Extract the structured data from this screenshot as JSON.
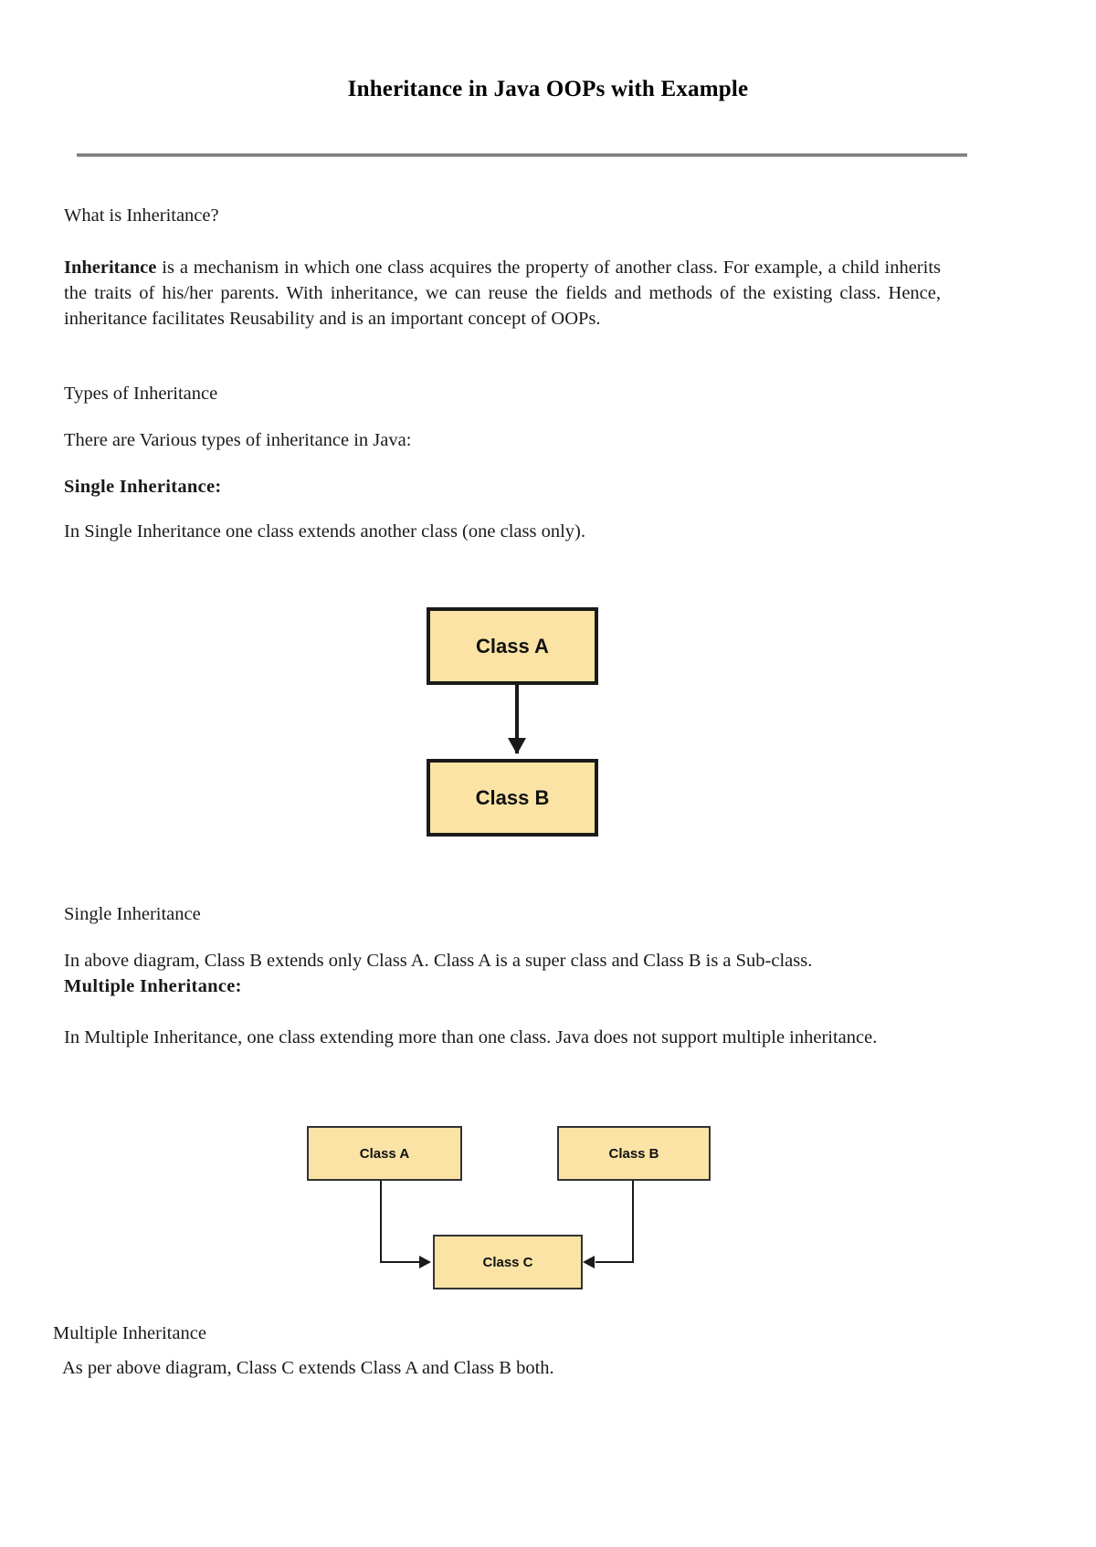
{
  "document": {
    "title": "Inheritance in Java OOPs with Example"
  },
  "sections": {
    "q_what_is": "What is Inheritance?",
    "definition_lead": "Inheritance",
    "definition_rest": " is a mechanism in which one class acquires the property of another class. For example, a child inherits the traits of his/her parents. With inheritance, we can reuse the fields and methods of the existing class. Hence, inheritance facilitates Reusability and is an important concept of OOPs.",
    "types_heading": "Types of Inheritance",
    "types_intro": "There are Various types of inheritance in Java:",
    "single_heading": "Single Inheritance:",
    "single_desc": "In Single Inheritance one class extends another class (one class only).",
    "single_caption": "Single Inheritance",
    "single_explanation": "In above diagram, Class B extends only Class A. Class A is a super class and Class B is a Sub-class.",
    "multiple_heading": "Multiple Inheritance:",
    "multiple_desc": "In Multiple Inheritance, one class extending more than one class. Java does not support multiple inheritance.",
    "multiple_caption": "Multiple Inheritance",
    "multiple_explanation": "As per above diagram, Class C extends Class A and Class B both."
  },
  "diagram_single": {
    "parent_label": "Class A",
    "child_label": "Class B"
  },
  "diagram_multiple": {
    "parent_a_label": "Class A",
    "parent_b_label": "Class B",
    "child_label": "Class C"
  },
  "colors": {
    "box_fill": "#fae3a5",
    "box_border": "#1a1a1a",
    "rule": "#808080",
    "text": "#1a1a1a"
  }
}
